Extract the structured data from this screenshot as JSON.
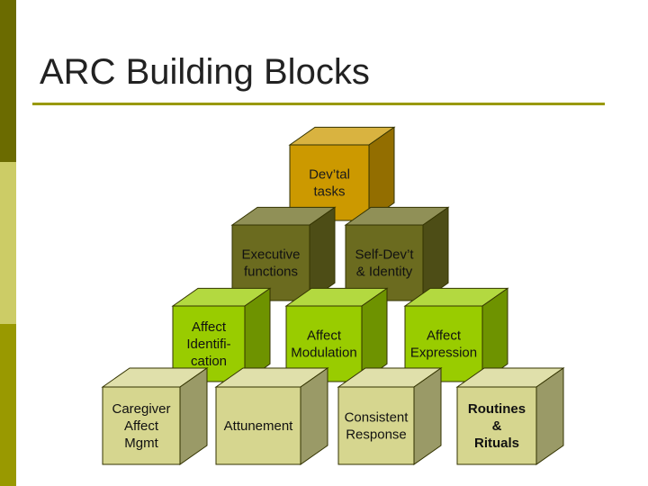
{
  "slide": {
    "title": "ARC Building Blocks"
  },
  "colors": {
    "sidebar_dark": "#6b6b00",
    "sidebar_light": "#cccc66",
    "sidebar_mid": "#999900",
    "title_rule": "#999900",
    "block_top_tier": "#cc9900",
    "block_upper_tier": "#6b6b1f",
    "block_middle_tier": "#99cc00",
    "block_base_tier": "#d6d68f"
  },
  "blocks": [
    {
      "id": "devtal-tasks",
      "label": [
        "Dev’tal",
        "tasks"
      ],
      "tier": "top",
      "bold": false
    },
    {
      "id": "executive-functions",
      "label": [
        "Executive",
        "functions"
      ],
      "tier": "upper",
      "bold": false
    },
    {
      "id": "self-dev-identity",
      "label": [
        "Self-Dev’t",
        "& Identity"
      ],
      "tier": "upper",
      "bold": false
    },
    {
      "id": "affect-identification",
      "label": [
        "Affect",
        "Identifi-",
        "cation"
      ],
      "tier": "middle",
      "bold": false
    },
    {
      "id": "affect-modulation",
      "label": [
        "Affect",
        "Modulation"
      ],
      "tier": "middle",
      "bold": false
    },
    {
      "id": "affect-expression",
      "label": [
        "Affect",
        "Expression"
      ],
      "tier": "middle",
      "bold": false
    },
    {
      "id": "caregiver-affect-mgmt",
      "label": [
        "Caregiver",
        "Affect",
        "Mgmt"
      ],
      "tier": "base",
      "bold": false
    },
    {
      "id": "attunement",
      "label": [
        "Attunement"
      ],
      "tier": "base",
      "bold": false
    },
    {
      "id": "consistent-response",
      "label": [
        "Consistent",
        "Response"
      ],
      "tier": "base",
      "bold": false
    },
    {
      "id": "routines-rituals",
      "label": [
        "Routines",
        "&",
        "Rituals"
      ],
      "tier": "base",
      "bold": true
    }
  ]
}
